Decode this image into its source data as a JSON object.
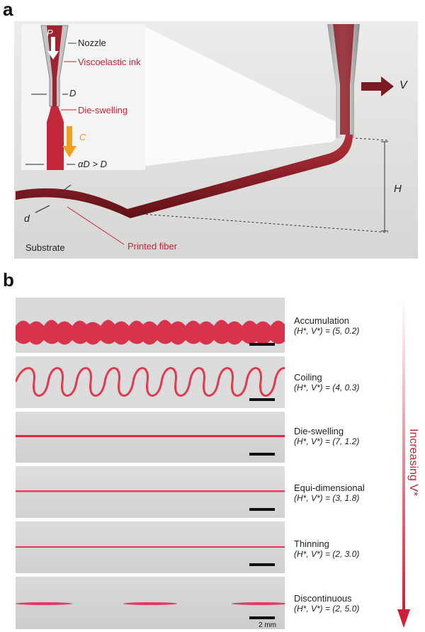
{
  "panel_a": {
    "letter": "a",
    "labels": {
      "P": "P",
      "nozzle": "Nozzle",
      "ink": "Viscoelastic ink",
      "D": "D",
      "die_swelling": "Die-swelling",
      "C": "C",
      "aD": "αD > D",
      "V": "V",
      "H": "H",
      "d": "d",
      "substrate": "Substrate",
      "printed_fiber": "Printed fiber"
    }
  },
  "panel_b": {
    "letter": "b",
    "arrow_label": "Increasing V*",
    "scale_label": "2 mm",
    "modes": [
      {
        "name": "Accumulation",
        "params": "(H*, V*) = (5, 0.2)"
      },
      {
        "name": "Coiling",
        "params": "(H*, V*) = (4, 0.3)"
      },
      {
        "name": "Die-swelling",
        "params": "(H*, V*) = (7, 1.2)"
      },
      {
        "name": "Equi-dimensional",
        "params": "(H*, V*) = (3, 1.8)"
      },
      {
        "name": "Thinning",
        "params": "(H*, V*) = (2, 3.0)"
      },
      {
        "name": "Discontinuous",
        "params": "(H*, V*) = (2, 5.0)"
      }
    ]
  },
  "colors": {
    "fiber_dark": "#7a1a22",
    "fiber_red": "#d8203a",
    "text_red": "#c0253a",
    "arrow_orange": "#f0a020"
  }
}
